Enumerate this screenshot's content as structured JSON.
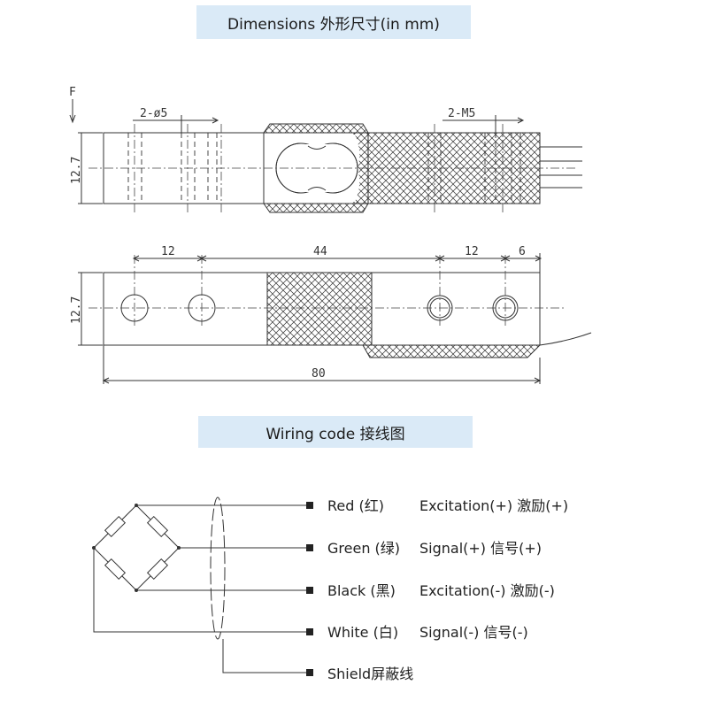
{
  "dimensions_title": "Dimensions 外形尺寸(in mm)",
  "wiring_title": "Wiring code 接线图",
  "side_view": {
    "force_label": "F",
    "height_label": "12.7",
    "hole_label": "2-ø5",
    "thread_label": "2-M5"
  },
  "top_view": {
    "height_label": "12.7",
    "spacing_left": "12",
    "spacing_mid": "44",
    "spacing_right": "12",
    "edge_right": "6",
    "length": "80"
  },
  "wires": [
    {
      "color_label": "Red (红)",
      "function": "Excitation(+) 激励(+)"
    },
    {
      "color_label": "Green (绿)",
      "function": "Signal(+) 信号(+)"
    },
    {
      "color_label": "Black (黑)",
      "function": "Excitation(-) 激励(-)"
    },
    {
      "color_label": "White (白)",
      "function": "Signal(-) 信号(-)"
    }
  ],
  "shield_label": "Shield屏蔽线"
}
